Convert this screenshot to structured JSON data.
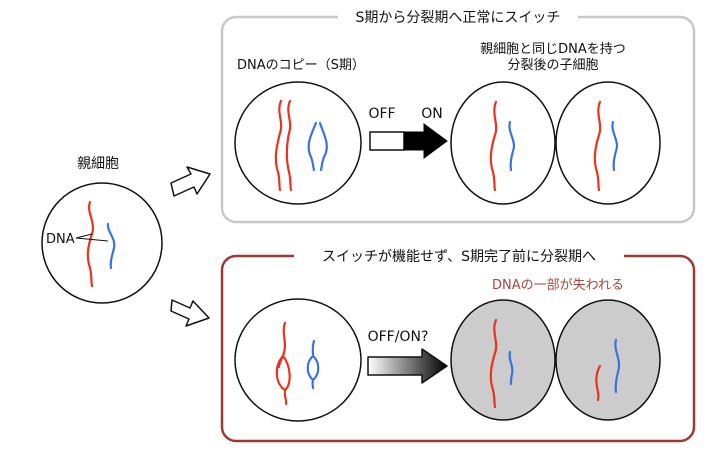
{
  "parent_cell": {
    "title": "親細胞",
    "dna_label": "DNA"
  },
  "normal_panel": {
    "title": "S期から分裂期へ正常にスイッチ",
    "copy_label": "DNAのコピー（S期）",
    "result_label_line1": "親細胞と同じDNAを持つ",
    "result_label_line2": "分裂後の子細胞",
    "switch_off": "OFF",
    "switch_on": "ON"
  },
  "abnormal_panel": {
    "title": "スイッチが機能せず、S期完了前に分裂期へ",
    "loss_label": "DNAの一部が失われる",
    "switch_label": "OFF/ON?"
  },
  "colors": {
    "normal_border": "#c8c8c8",
    "abnormal_border": "#9e3a33",
    "dna_red": "#e8341f",
    "dna_blue": "#3a72e0",
    "defective_cell_fill": "#cccccc",
    "loss_text": "#a6463e"
  }
}
